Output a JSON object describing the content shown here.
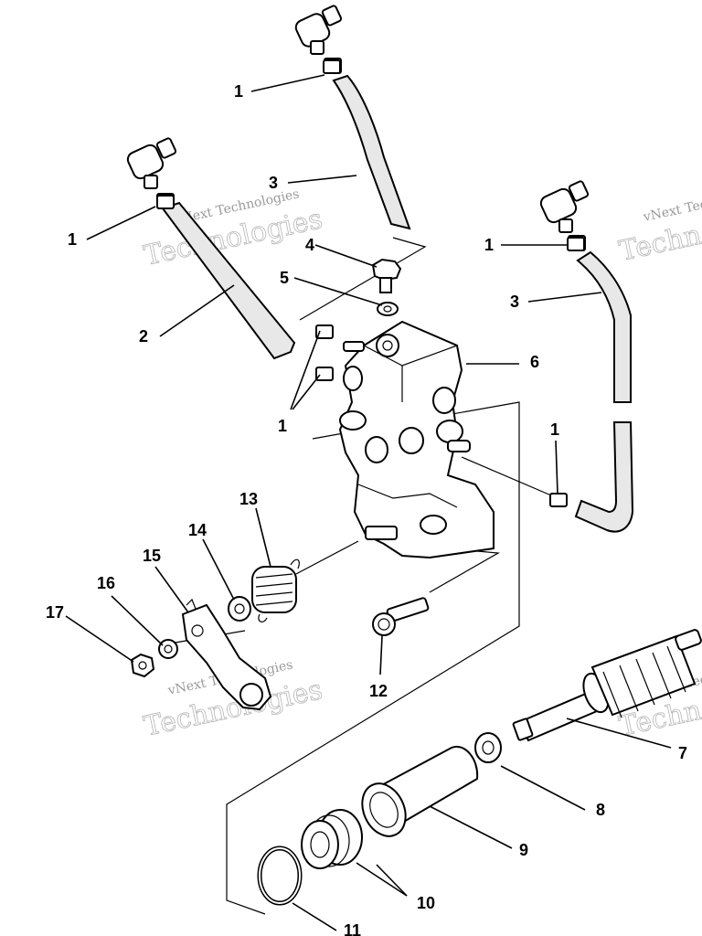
{
  "callouts": {
    "c1a": "1",
    "c1b": "1",
    "c1c": "1",
    "c1d": "1",
    "c1e": "1",
    "c2": "2",
    "c3a": "3",
    "c3b": "3",
    "c4": "4",
    "c5": "5",
    "c6": "6",
    "c7": "7",
    "c8": "8",
    "c9": "9",
    "c10": "10",
    "c11": "11",
    "c12": "12",
    "c13": "13",
    "c14": "14",
    "c15": "15",
    "c16": "16",
    "c17": "17"
  },
  "watermark": {
    "line1": "vNext Technologies",
    "line2": "Technologies"
  }
}
